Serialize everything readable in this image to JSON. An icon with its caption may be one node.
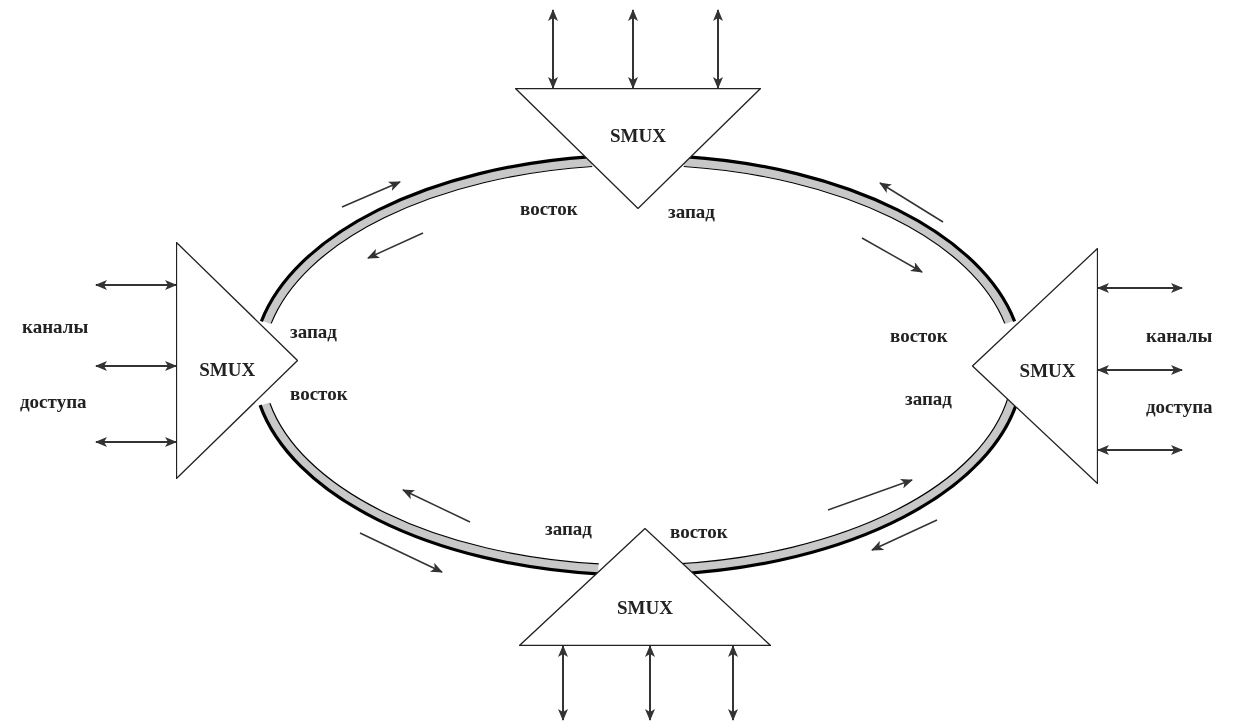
{
  "diagram": {
    "nodes": [
      {
        "text": [
          "SMUX"
        ],
        "beside": [
          "восток",
          "запад"
        ]
      },
      {
        "text": [
          "SMUX"
        ],
        "beside": [
          "запад",
          "восток"
        ]
      },
      {
        "text": [
          "SMUX"
        ],
        "beside": [
          "восток",
          "запад"
        ]
      },
      {
        "text": [
          "SMUX"
        ],
        "beside": [
          "запад",
          "восток"
        ]
      }
    ],
    "edges": [
      {
        "from": 0,
        "to": 1,
        "arrow": "none"
      },
      {
        "from": 0,
        "to": 2,
        "arrow": "none"
      },
      {
        "from": 1,
        "to": 3,
        "arrow": "none"
      },
      {
        "from": 2,
        "to": 3,
        "arrow": "none"
      },
      {
        "from": null,
        "to": 0,
        "arrow": "both"
      },
      {
        "from": null,
        "to": 0,
        "arrow": "both"
      },
      {
        "from": null,
        "to": 0,
        "arrow": "both"
      },
      {
        "from": null,
        "to": 1,
        "arrow": "both"
      },
      {
        "from": null,
        "to": 1,
        "arrow": "both"
      },
      {
        "from": null,
        "to": 1,
        "arrow": "both"
      },
      {
        "from": null,
        "to": 2,
        "arrow": "both"
      },
      {
        "from": null,
        "to": 2,
        "arrow": "both"
      },
      {
        "from": null,
        "to": 2,
        "arrow": "both"
      },
      {
        "from": null,
        "to": 3,
        "arrow": "both"
      },
      {
        "from": null,
        "to": 3,
        "arrow": "both"
      },
      {
        "from": null,
        "to": 3,
        "arrow": "both"
      }
    ],
    "labels": [
      "каналы",
      "доступа",
      "каналы",
      "доступа"
    ]
  }
}
